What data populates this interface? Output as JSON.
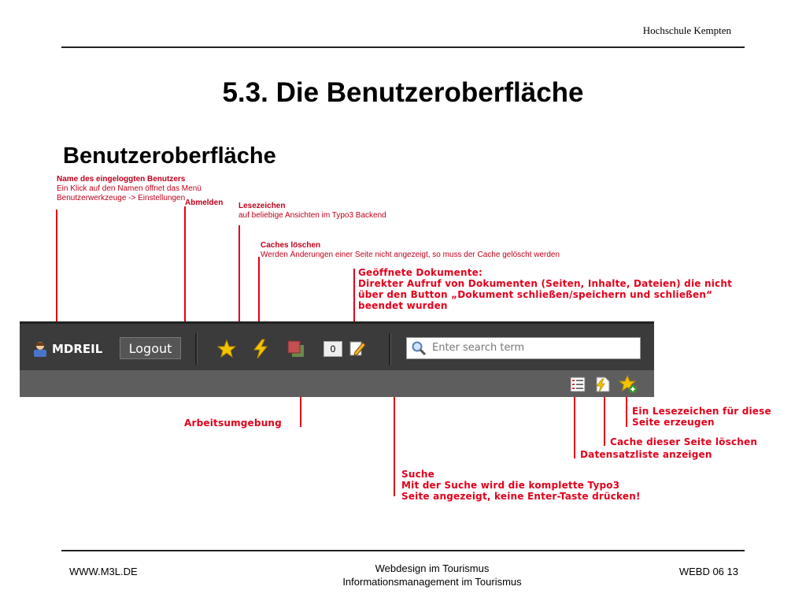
{
  "header": {
    "school": "Hochschule  Kempten",
    "title": "5.3. Die Benutzeroberfläche",
    "subtitle": "Benutzeroberfläche"
  },
  "annotations": {
    "username": {
      "heading": "Name des eingeloggten Benutzers",
      "line1": "Ein Klick auf den Namen öffnet das Menü",
      "line2": "Benutzerwerkzeuge -> Einstellungen"
    },
    "logout": {
      "heading": "Abmelden"
    },
    "bookmarks": {
      "heading": "Lesezeichen",
      "line1": "auf beliebige Ansichten im Typo3 Backend"
    },
    "cache": {
      "heading": "Caches löschen",
      "line1": "Werden Änderungen einer Seite nicht angezeigt, so muss der Cache gelöscht werden"
    },
    "open_docs": {
      "heading": "Geöffnete Dokumente:",
      "line1": "Direkter Aufruf von Dokumenten (Seiten, Inhalte, Dateien) die nicht",
      "line2": "über den Button „Dokument schließen/speichern und schließen“",
      "line3": "beendet wurden"
    },
    "workspace": {
      "heading": "Arbeitsumgebung"
    },
    "search": {
      "heading": "Suche",
      "line1": "Mit der Suche wird die komplette Typo3",
      "line2": "Seite angezeigt, keine Enter-Taste drücken!"
    },
    "add_bookmark": {
      "line1": "Ein Lesezeichen für diese",
      "line2": "Seite erzeugen"
    },
    "clear_page_cache": {
      "heading": "Cache dieser Seite löschen"
    },
    "record_list": {
      "heading": "Datensatzliste anzeigen"
    }
  },
  "toolbar": {
    "username": "MDREIL",
    "logout_label": "Logout",
    "open_docs_count": "0",
    "search_placeholder": "Enter search term"
  },
  "icons": {
    "user": "user-icon",
    "bookmark": "star-icon",
    "cache": "lightning-icon",
    "workspace": "workspace-icon",
    "edit": "pencil-icon",
    "search": "magnifier-icon",
    "record_list": "list-icon",
    "page_cache": "page-lightning-icon",
    "add_bookmark": "star-plus-icon"
  },
  "colors": {
    "annotation": "#e3001b",
    "toolbar": "#3b3b3b",
    "toolbar_lower": "#5e5e5e"
  },
  "footer": {
    "left": "WWW.M3L.DE",
    "center_line1": "Webdesign im Tourismus",
    "center_line2": "Informationsmanagement im Tourismus",
    "right": "WEBD 06 13"
  }
}
